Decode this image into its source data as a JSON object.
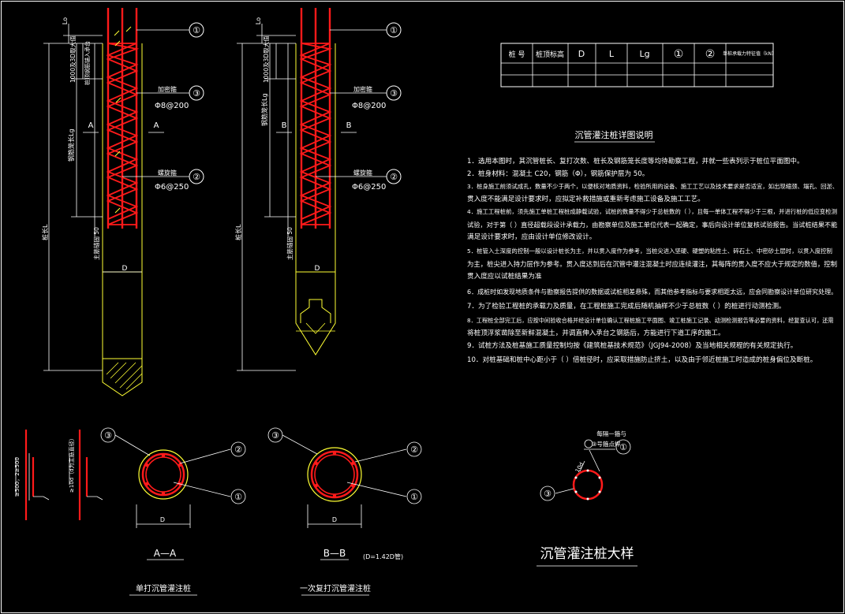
{
  "drawing_title": "沉管灌注桩大样",
  "notes_title": "沉管灌注桩详图说明",
  "table": {
    "headers": [
      "桩 号",
      "桩顶标高",
      "D",
      "L",
      "Lg",
      "①",
      "②",
      "单桩承载力特征值（kN）"
    ],
    "rows": [
      [
        "",
        "",
        "",
        "",
        "",
        "",
        "",
        ""
      ],
      [
        "",
        "",
        "",
        "",
        "",
        "",
        "",
        ""
      ]
    ]
  },
  "notes": [
    "1．选用本图时，其沉管桩长、复打次数、桩长及钢筋笼长度等均待勘察工程，并就一些表列示于桩位平面图中。",
    "2．桩身材料：混凝土 C20，钢筋（Φ），钢筋保护层为 50。",
    "3．桩身施工前须试成孔，数量不少于两个，以便核对地质资料，检验所用的设备、施工工艺以及技术要求是否适宜，如出现缩颈、塌孔、回淤、",
    "   贯入度不能满足设计要求时，应拟定补救措施或重新考虑施工设备及施工工艺。",
    "4．施工工程桩前，须先施工单桩工程桩成静载试验，试桩的数量不得少于总桩数的（ ），且每一单体工程不得少于三根，并进行桩的低应变检测",
    "   试验，对于第（ ）直径超载段设计承载力，由勘察单位及施工单位代表一起确定，事后向设计单位复核试验报告。当试桩结果不能",
    "   满足设计要求时，应由设计单位修改设计。",
    "5．桩管入土深度的控制一般以设计桩长为主，并以贯入度作为参考，当桩尖进入坚硬、硬塑的粘性土、碎石土、中密砂土层时，以贯入度控制",
    "   为主，桩尖进入持力层作为参考。贯入度达到后在沉管中灌注混凝土时应连续灌注，其每阵的贯入度不应大于规定的数值，控制",
    "   贯入度应以试桩结果为准",
    "6．成桩时如发现地质条件与勘察报告提供的数据或试桩相差悬殊，而其他参考指标与要求相距太远，应会同勘察设计单位研究处理。",
    "7．为了检验工程桩的承载力及质量，在工程桩施工完成后随机抽样不少于总桩数（ ）的桩进行动测检测。",
    "8．工程桩全部完工后，应按中间验收合格并经设计单位确认工程桩施工平面图、竣工桩施工记录、动测检测报告等必要的资料，经复查认可，还需",
    "   将桩顶浮浆凿除至新鲜混凝土，并调直伸入承台之钢筋后，方能进行下道工序的施工。",
    "9．试桩方法及桩基施工质量控制均按《建筑桩基技术规范》（JGJ94-2008）及当地相关规程的有关规定执行。",
    "10．对桩基础和桩中心距小于（ ）倍桩径时，应采取措施防止挤土，以及由于邻近桩施工时造成的桩身偏位及断桩。"
  ],
  "elev_left": {
    "callouts": [
      "①",
      "③",
      "②"
    ],
    "hoop_top_label": "加密箍",
    "hoop_top_spec": "Φ8@200",
    "hoop_bot_label": "螺旋箍",
    "hoop_bot_spec": "Φ6@250",
    "section_label": "A",
    "dim_top": "1000及3D取大值",
    "dim_top2": "桩顶钢筋锚入承台",
    "dim_lg": "钢筋笼长Lg",
    "dim_l": "桩长L",
    "dim_50": "主筋锚固 50",
    "dim_lo": "Lo",
    "dim_d": "D"
  },
  "elev_right": {
    "callouts": [
      "①",
      "③",
      "②"
    ],
    "hoop_top_label": "加密箍",
    "hoop_top_spec": "Φ8@200",
    "hoop_bot_label": "螺旋箍",
    "hoop_bot_spec": "Φ6@250",
    "section_label": "B",
    "dim_top": "1000及3D取大值",
    "dim_lg": "钢筋笼长Lg",
    "dim_l": "桩长L",
    "dim_50": "主筋锚固 50",
    "dim_lo": "Lo",
    "dim_d": "D"
  },
  "section_a": {
    "title": "A—A",
    "caption": "单打沉管灌注桩",
    "callouts": [
      "③",
      "②",
      "①"
    ],
    "dim_d": "D"
  },
  "section_b": {
    "title": "B—B",
    "note": "(D=1.42D管)",
    "caption": "一次复打沉管灌注桩",
    "callouts": [
      "③",
      "②",
      "①"
    ],
    "dim_d": "D"
  },
  "splice": {
    "dim1": "≥10d（d为主筋直径）",
    "dim2": "≥500，2≥500"
  },
  "hoop_detail": {
    "label_top": "每隔一箍与",
    "label_top2": "③号箍点焊",
    "callout_1": "①",
    "callout_3": "③",
    "dim": "10d"
  },
  "colors": {
    "background": "#000000",
    "rebar": "#ff1a1a",
    "pile_outline": "#ffff33",
    "lines": "#ffffff",
    "hatch": "#ffff33"
  }
}
